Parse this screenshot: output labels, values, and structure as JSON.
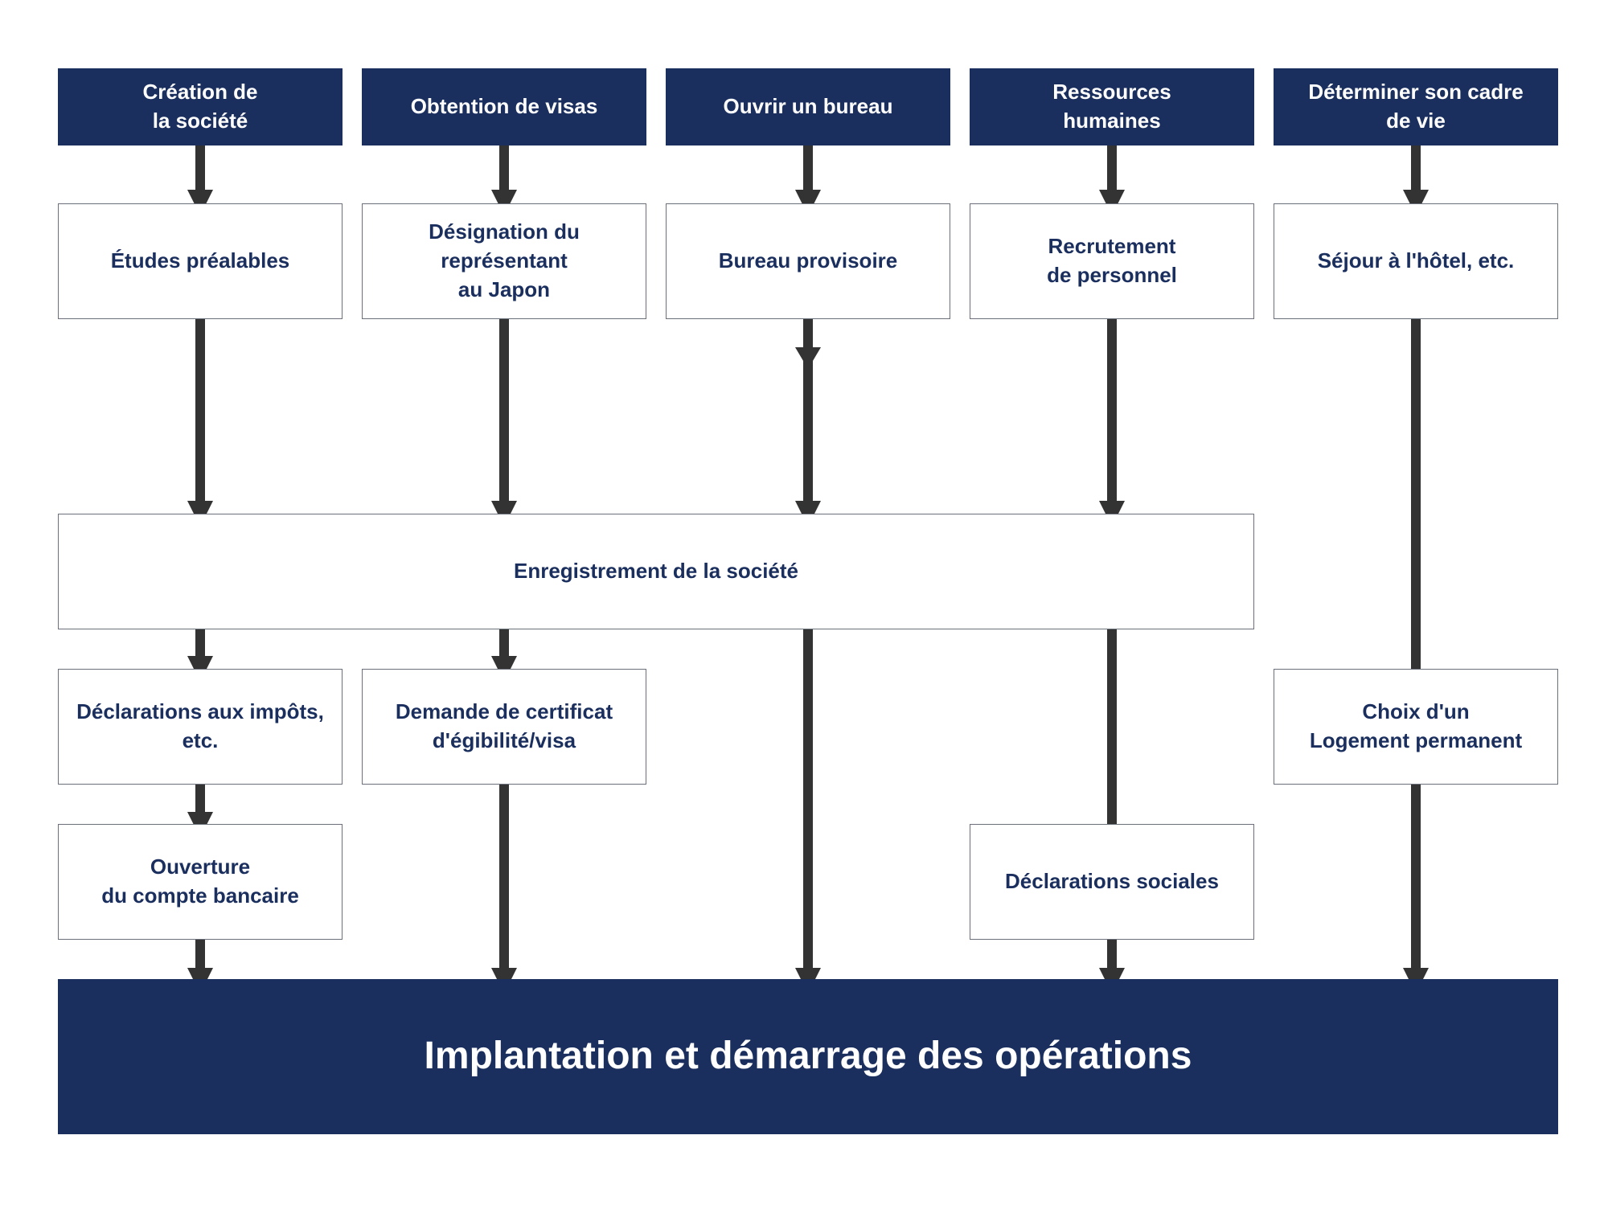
{
  "colors": {
    "navy": "#1b2f5e",
    "arrow": "#333333",
    "border": "#6b6f7a"
  },
  "headers": [
    "Création de\nla société",
    "Obtention de visas",
    "Ouvrir un bureau",
    "Ressources\nhumaines",
    "Déterminer son cadre\nde vie"
  ],
  "steps": {
    "etudes": "Études préalables",
    "designation": "Désignation du\nreprésentant\nau Japon",
    "bureau": "Bureau provisoire",
    "recrutement": "Recrutement\nde personnel",
    "sejour": "Séjour à l'hôtel, etc.",
    "enregistrement": "Enregistrement de la société",
    "impots": "Déclarations aux impôts,\netc.",
    "certificat": "Demande de certificat\nd'égibilité/visa",
    "logement": "Choix d'un\nLogement permanent",
    "compte": "Ouverture\ndu compte bancaire",
    "sociales": "Déclarations sociales"
  },
  "final": "Implantation et démarrage des opérations"
}
